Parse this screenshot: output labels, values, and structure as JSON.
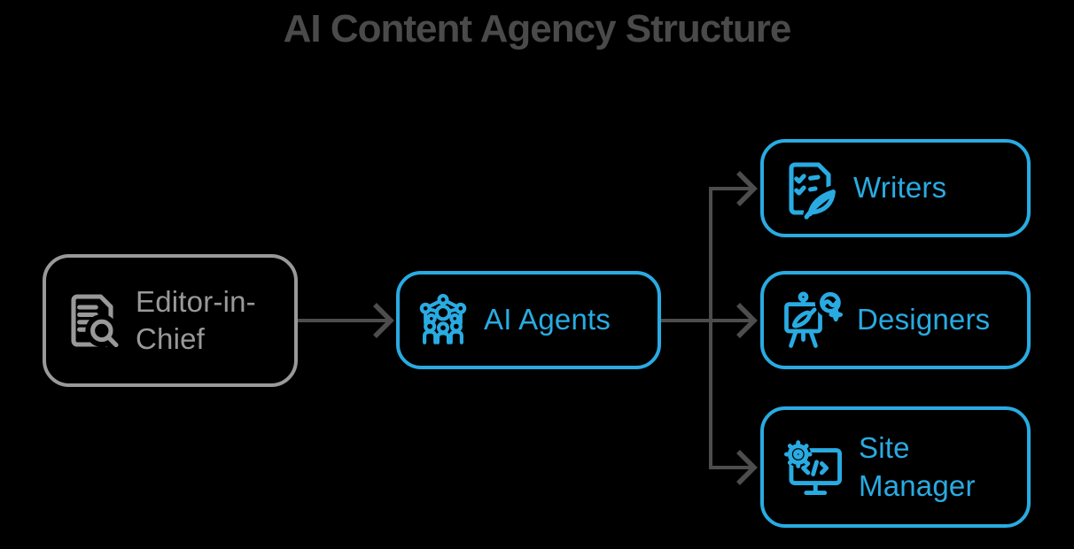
{
  "title": "AI Content Agency Structure",
  "colors": {
    "accent_blue": "#29ABE2",
    "muted_gray": "#999999",
    "arrow_dark_gray": "#4D4D4D",
    "title_gray": "#4A4A4A",
    "background": "#000000"
  },
  "nodes": [
    {
      "id": "editor-in-chief",
      "label": "Editor-in-Chief",
      "icon": "document-search-icon",
      "color": "gray"
    },
    {
      "id": "ai-agents",
      "label": "AI Agents",
      "icon": "agents-network-icon",
      "color": "blue"
    },
    {
      "id": "writers",
      "label": "Writers",
      "icon": "document-quill-icon",
      "color": "blue"
    },
    {
      "id": "designers",
      "label": "Designers",
      "icon": "easel-brush-icon",
      "color": "blue"
    },
    {
      "id": "site-manager",
      "label": "Site Manager",
      "icon": "monitor-gear-code-icon",
      "color": "blue"
    }
  ],
  "edges": [
    {
      "from": "editor-in-chief",
      "to": "ai-agents"
    },
    {
      "from": "ai-agents",
      "to": "writers"
    },
    {
      "from": "ai-agents",
      "to": "designers"
    },
    {
      "from": "ai-agents",
      "to": "site-manager"
    }
  ]
}
